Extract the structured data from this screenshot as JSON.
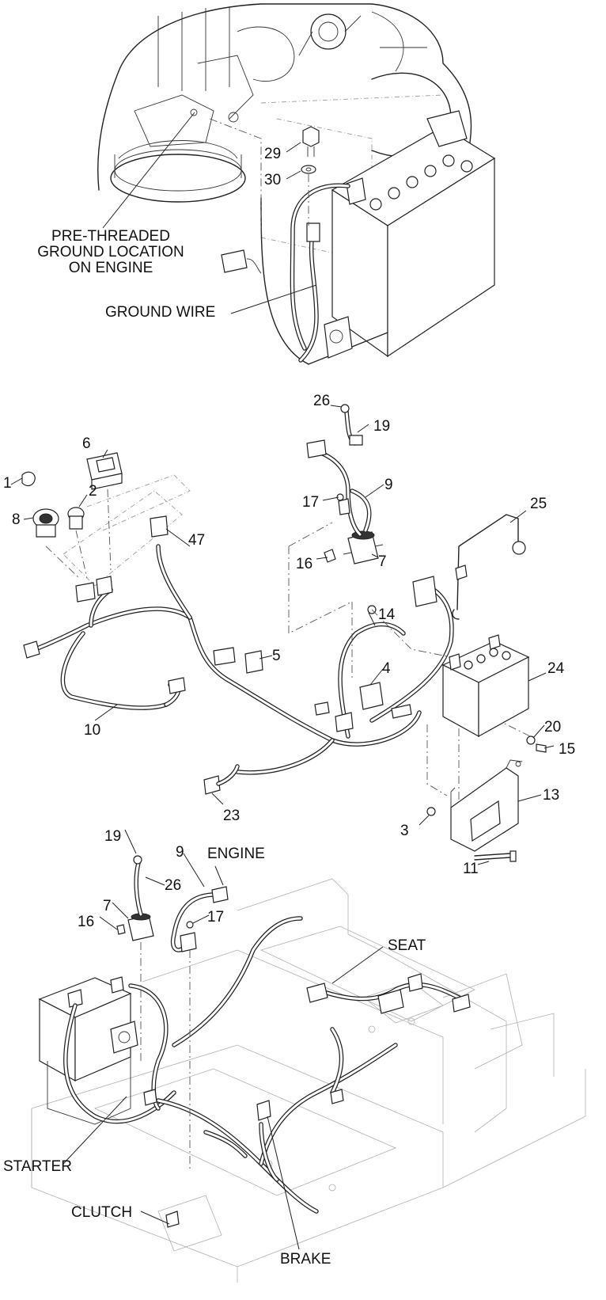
{
  "section_top": {
    "callouts": [
      "29",
      "30"
    ],
    "labels": {
      "pre_threaded_line1": "PRE-THREADED",
      "pre_threaded_line2": "GROUND LOCATION",
      "pre_threaded_line3": "ON ENGINE",
      "ground_wire": "GROUND WIRE"
    }
  },
  "section_middle": {
    "callouts": [
      "1",
      "2",
      "3",
      "4",
      "5",
      "6",
      "7",
      "8",
      "9",
      "10",
      "11",
      "13",
      "14",
      "15",
      "16",
      "17",
      "19",
      "20",
      "23",
      "24",
      "25",
      "26",
      "47"
    ]
  },
  "section_bottom": {
    "callouts": [
      "19",
      "9",
      "26",
      "7",
      "16",
      "17"
    ],
    "labels": {
      "engine": "ENGINE",
      "seat": "SEAT",
      "starter": "STARTER",
      "clutch": "CLUTCH",
      "brake": "BRAKE"
    }
  }
}
